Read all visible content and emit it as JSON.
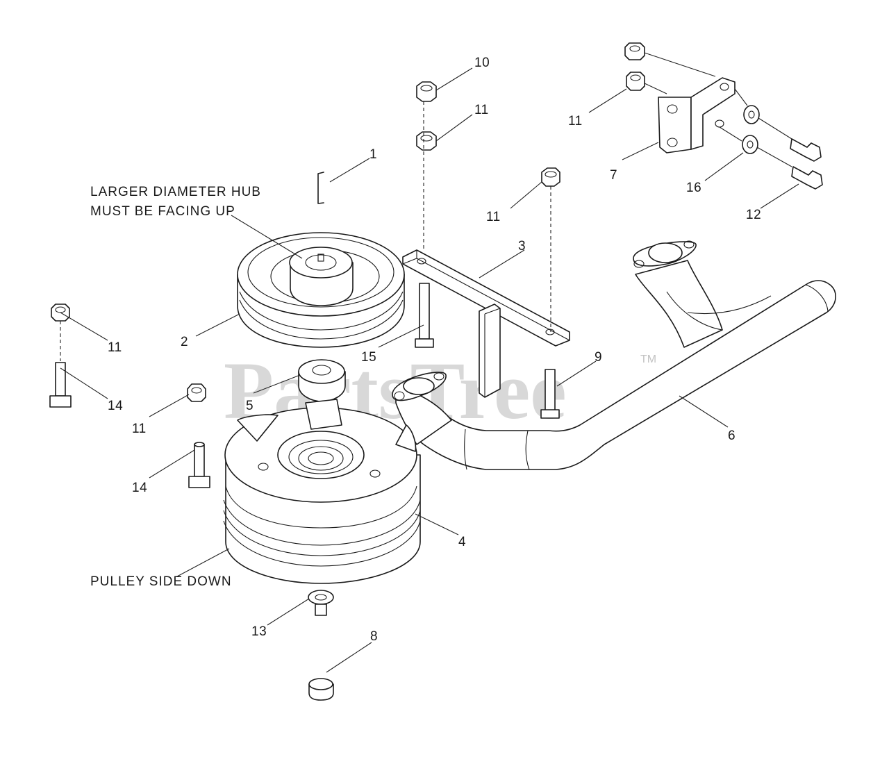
{
  "notes": {
    "hub_line1": "LARGER DIAMETER HUB",
    "hub_line2": "MUST BE FACING UP",
    "pulley": "PULLEY SIDE DOWN"
  },
  "callouts": {
    "c1": "1",
    "c2": "2",
    "c3": "3",
    "c4": "4",
    "c5": "5",
    "c6": "6",
    "c7": "7",
    "c8": "8",
    "c9": "9",
    "c10": "10",
    "c11a": "11",
    "c11b": "11",
    "c11c": "11",
    "c11d": "11",
    "c11e": "11",
    "c12": "12",
    "c13": "13",
    "c14a": "14",
    "c14b": "14",
    "c15": "15",
    "c16": "16"
  },
  "watermark": {
    "text": "PartsTree",
    "trademark": "TM"
  }
}
